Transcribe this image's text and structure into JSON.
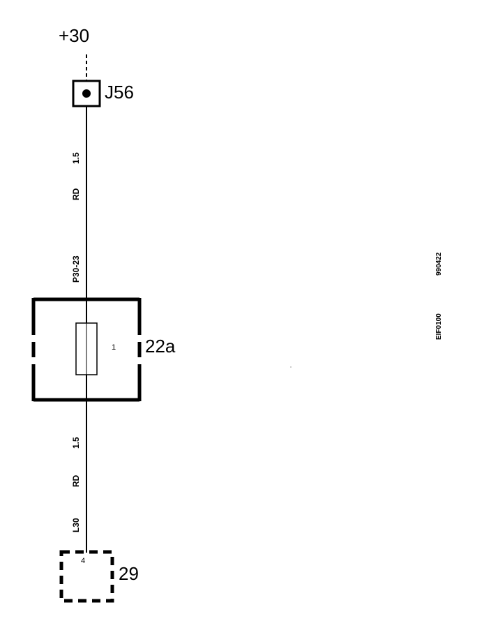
{
  "diagram": {
    "supply_label": "+30",
    "connector_j56": {
      "label": "J56"
    },
    "wire_top": {
      "size": "1.5",
      "color_code": "RD",
      "id": "P30-23"
    },
    "fuse_box": {
      "label": "22a",
      "fuse_number": "1"
    },
    "wire_bottom": {
      "size": "1.5",
      "color_code": "RD",
      "id": "L30"
    },
    "connector_29": {
      "label": "29",
      "pin": "4"
    },
    "doc_codes": {
      "date_code": "990422",
      "figure_code": "EIF0100"
    }
  }
}
